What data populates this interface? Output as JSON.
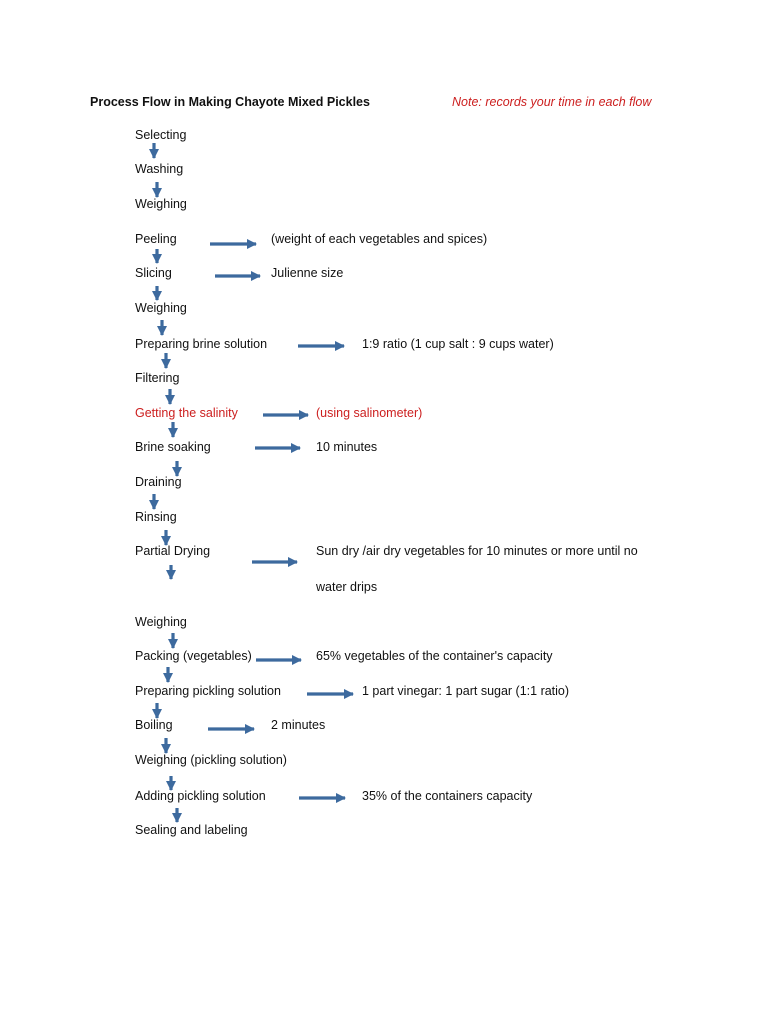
{
  "header": {
    "title": "Process Flow in Making Chayote Mixed Pickles",
    "note": "Note: records  your time in each flow"
  },
  "colors": {
    "text": "#111111",
    "accent_red": "#cc1f1f",
    "arrow": "#3d6a9e"
  },
  "steps": [
    {
      "label": "Selecting"
    },
    {
      "label": "Washing"
    },
    {
      "label": "Weighing"
    },
    {
      "label": "Peeling",
      "detail": "(weight of each vegetables and spices)"
    },
    {
      "label": "Slicing",
      "detail": "Julienne size"
    },
    {
      "label": "Weighing"
    },
    {
      "label": "Preparing brine solution",
      "detail": "1:9 ratio (1 cup salt : 9 cups water)"
    },
    {
      "label": "Filtering"
    },
    {
      "label": "Getting the salinity",
      "detail": "(using salinometer)",
      "highlight": true
    },
    {
      "label": "Brine soaking",
      "detail": "10 minutes"
    },
    {
      "label": "Draining"
    },
    {
      "label": "Rinsing"
    },
    {
      "label": "Partial Drying",
      "detail": "Sun dry /air dry vegetables for 10 minutes or more until no",
      "detail2": "water drips"
    },
    {
      "label": "Weighing"
    },
    {
      "label": "Packing (vegetables)",
      "detail": "65% vegetables  of the container's capacity"
    },
    {
      "label": "Preparing pickling solution",
      "detail": "1 part vinegar: 1 part sugar (1:1 ratio)"
    },
    {
      "label": "Boiling",
      "detail": "2 minutes"
    },
    {
      "label": "Weighing  (pickling solution)"
    },
    {
      "label": "Adding pickling solution",
      "detail": "35% of the containers capacity"
    },
    {
      "label": "Sealing and labeling"
    }
  ]
}
